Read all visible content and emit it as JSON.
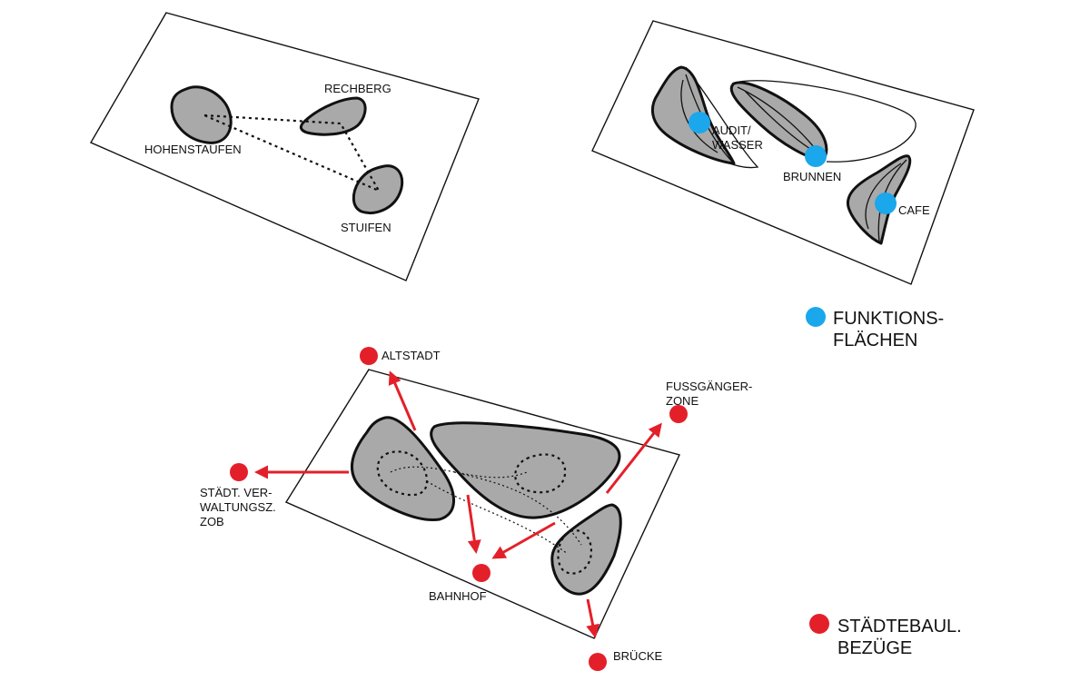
{
  "panel_topography": {
    "labels": {
      "rechberg": "RECHBERG",
      "hohenstaufen": "HOHENSTAUFEN",
      "stuifen": "STUIFEN"
    }
  },
  "panel_functions": {
    "labels": {
      "audit_line1": "AUDIT/",
      "audit_line2": "WASSER",
      "brunnen": "BRUNNEN",
      "cafe": "CAFE"
    }
  },
  "panel_urban": {
    "labels": {
      "altstadt": "ALTSTADT",
      "fussgaenger_line1": "FUSSGÄNGER-",
      "fussgaenger_line2": "ZONE",
      "staedt_line1": "STÄDT. VER-",
      "staedt_line2": "WALTUNGSZ.",
      "staedt_line3": "ZOB",
      "bahnhof": "BAHNHOF",
      "bruecke": "BRÜCKE"
    }
  },
  "legend": {
    "functions_line1": "FUNKTIONS-",
    "functions_line2": "FLÄCHEN",
    "urban_line1": "STÄDTEBAUL.",
    "urban_line2": "BEZÜGE"
  },
  "colors": {
    "function_dot": "#1aa7ec",
    "urban_dot": "#e3202a",
    "blob_fill": "#a9a9a9"
  }
}
